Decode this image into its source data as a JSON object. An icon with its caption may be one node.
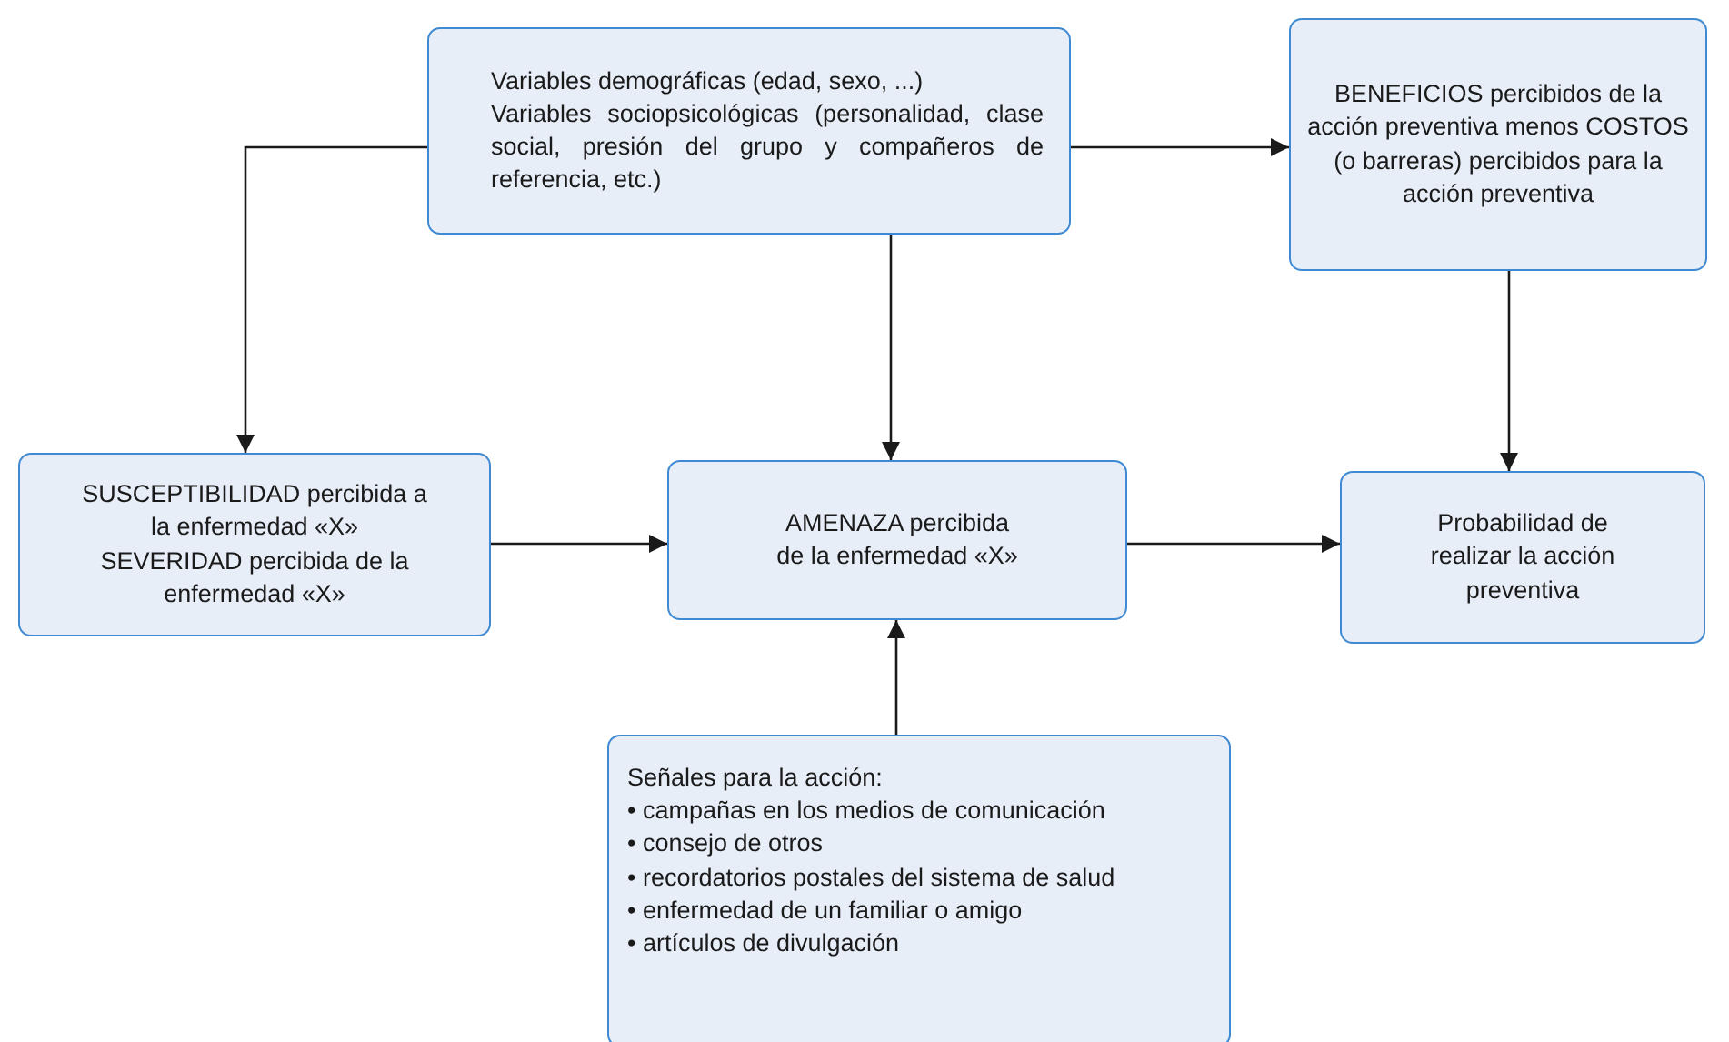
{
  "diagram": {
    "nodes": [
      {
        "text": [
          "Variables demográficas (edad, sexo, ...)",
          "Variables sociopsicológicas (personalidad, clase social, presión del grupo y compañeros de referencia, etc.)"
        ]
      },
      {
        "text": [
          "BENEFICIOS percibidos de la acción preventiva menos COSTOS (o barreras) percibidos para la acción preventiva"
        ]
      },
      {
        "text": [
          "SUSCEPTIBILIDAD percibida a la enfermedad «X»",
          "SEVERIDAD percibida de la enfermedad «X»"
        ]
      },
      {
        "text": [
          "AMENAZA percibida de la enfermedad «X»"
        ]
      },
      {
        "text": [
          "Probabilidad de realizar la acción preventiva"
        ]
      },
      {
        "text": [
          "Señales para la acción:",
          "• campañas en los medios de comunicación",
          "• consejo de otros",
          "• recordatorios postales del sistema de salud",
          "• enfermedad de un familiar o amigo",
          "• artículos de divulgación"
        ]
      }
    ],
    "edges": [
      {
        "from": 0,
        "to": 2,
        "arrow": "to"
      },
      {
        "from": 0,
        "to": 1,
        "arrow": "to"
      },
      {
        "from": 0,
        "to": 3,
        "arrow": "to"
      },
      {
        "from": 1,
        "to": 4,
        "arrow": "to"
      },
      {
        "from": 2,
        "to": 3,
        "arrow": "to"
      },
      {
        "from": 3,
        "to": 4,
        "arrow": "to"
      },
      {
        "from": 5,
        "to": 3,
        "arrow": "to"
      }
    ]
  }
}
